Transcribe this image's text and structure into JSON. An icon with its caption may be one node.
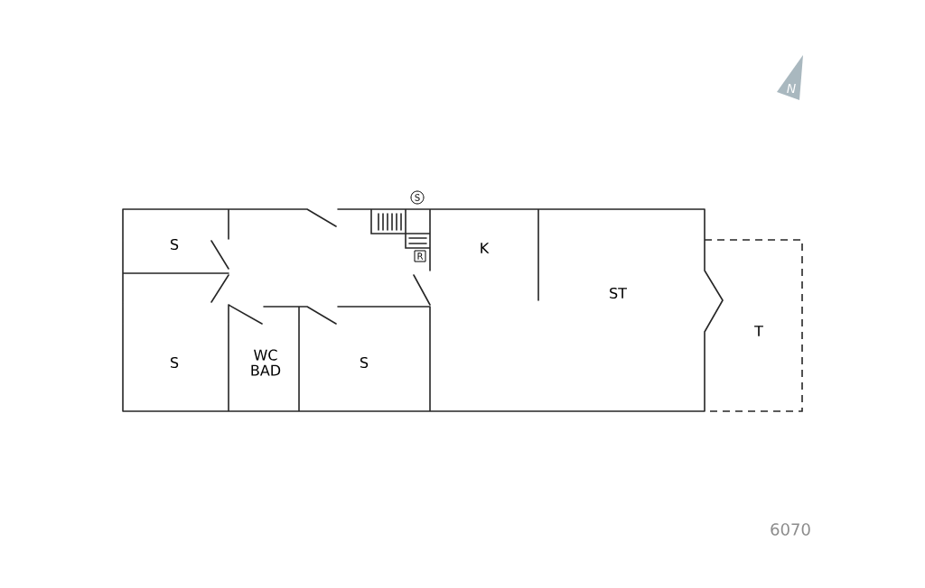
{
  "diagram": {
    "labels": [
      "N",
      "S",
      "S",
      "K",
      "R",
      "ST",
      "T",
      "S",
      "WC BAD",
      "S",
      "6070"
    ]
  }
}
